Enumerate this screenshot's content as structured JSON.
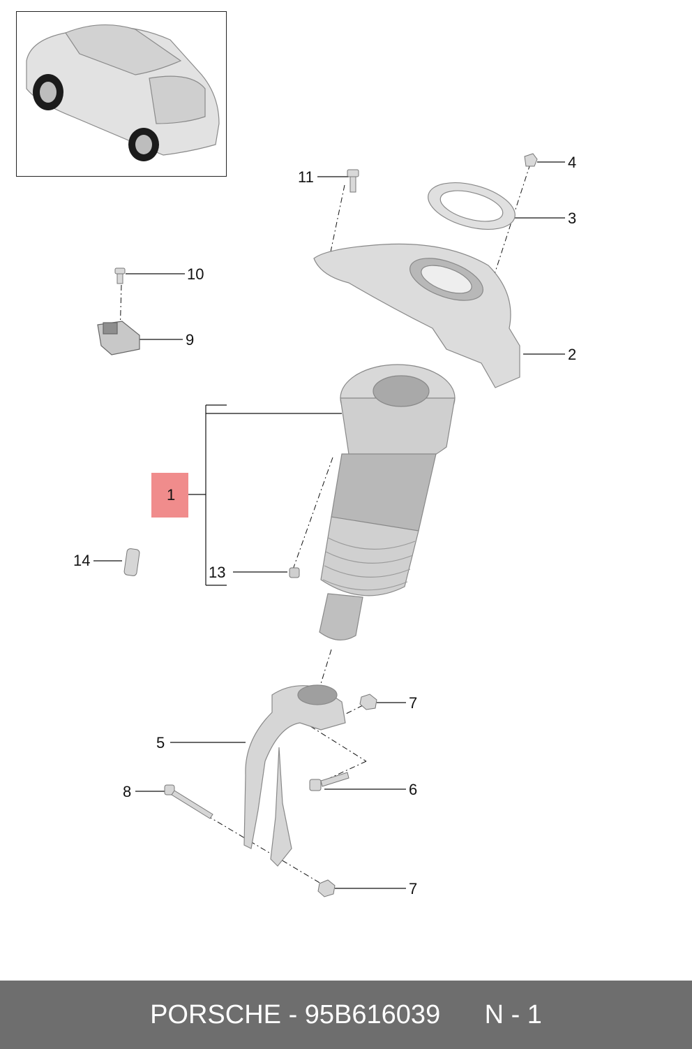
{
  "callouts": {
    "c1": "1",
    "c2": "2",
    "c3": "3",
    "c4": "4",
    "c5": "5",
    "c6": "6",
    "c7a": "7",
    "c7b": "7",
    "c8": "8",
    "c9": "9",
    "c10": "10",
    "c11": "11",
    "c13": "13",
    "c14": "14"
  },
  "highlight": {
    "color": "#f08c8c",
    "part": "1"
  },
  "footer": {
    "brand": "PORSCHE",
    "separator": "-",
    "part_number": "95B616039",
    "ref": "N - 1",
    "background": "#6e6e6e"
  }
}
